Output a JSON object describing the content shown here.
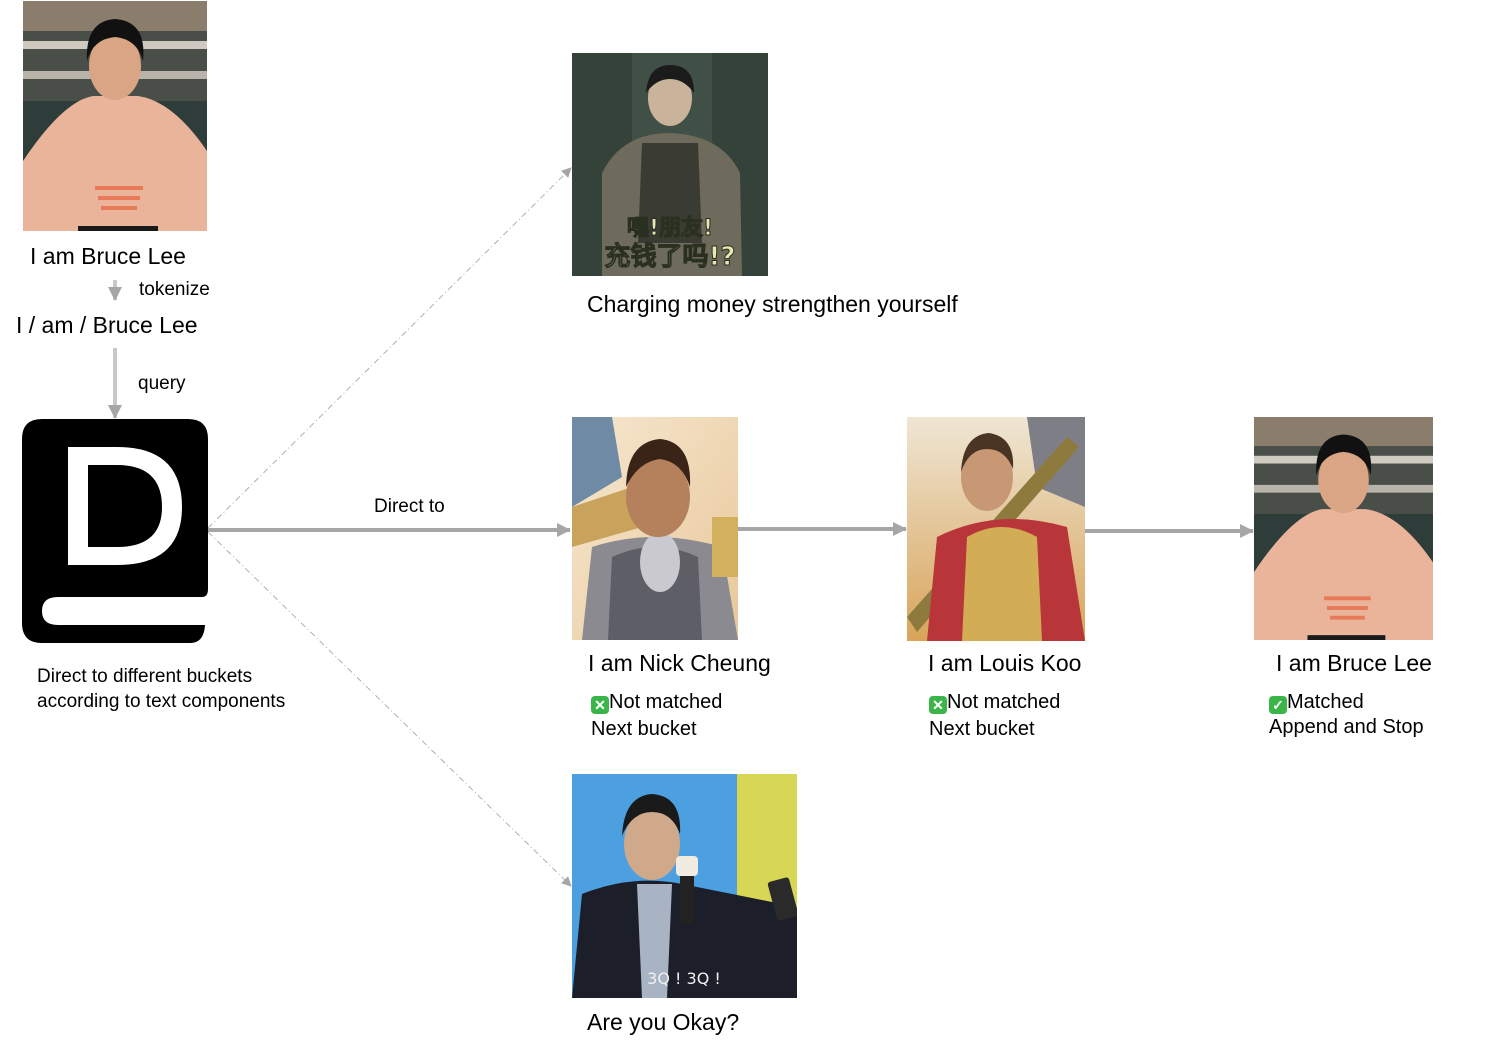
{
  "source": {
    "caption": "I am Bruce Lee",
    "tokenize_label": "tokenize",
    "tokens": "I / am / Bruce Lee",
    "query_label": "query"
  },
  "dictionary": {
    "icon": "dictionary-book-icon",
    "letter": "D",
    "description_line1": "Direct to different buckets",
    "description_line2": "according to text components"
  },
  "edges": {
    "direct_label": "Direct to"
  },
  "buckets": {
    "top": {
      "caption": "Charging money strengthen yourself",
      "image_text_line1": "嘿!朋友!",
      "image_text_line2": "充钱了吗!?"
    },
    "bottom": {
      "caption": "Are you Okay?",
      "image_text": "3Q ! 3Q !"
    },
    "chain": [
      {
        "caption": "I am Nick Cheung",
        "status": "Not matched",
        "status_icon": "cross-mark-icon",
        "action": "Next bucket"
      },
      {
        "caption": "I am Louis Koo",
        "status": "Not matched",
        "status_icon": "cross-mark-icon",
        "action": "Next bucket"
      },
      {
        "caption": "I am Bruce Lee",
        "status": "Matched",
        "status_icon": "check-mark-icon",
        "action": "Append and Stop"
      }
    ]
  },
  "colors": {
    "arrow": "#a6a6a6",
    "badge_green": "#3bb54a",
    "icon_black": "#000000"
  }
}
